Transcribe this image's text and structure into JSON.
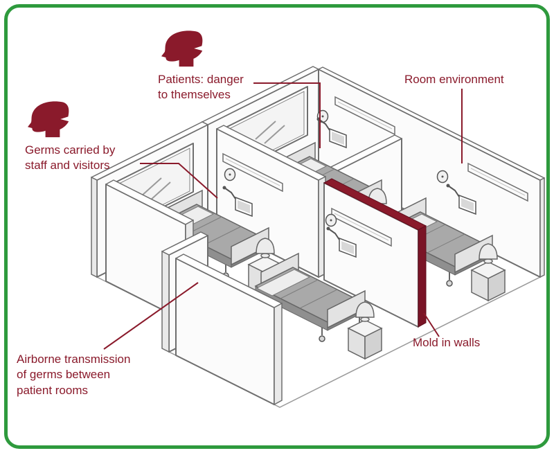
{
  "colors": {
    "accent": "#8a1a2b",
    "frame_green": "#2e9a3d",
    "mold_red": "#8a1a2b",
    "outline_gray": "#6e6e6e"
  },
  "labels": {
    "patients": {
      "lines": [
        "Patients: danger",
        "to themselves"
      ]
    },
    "germs": {
      "lines": [
        "Germs carried by",
        "staff and visitors"
      ]
    },
    "room_environment": {
      "lines": [
        "Room environment"
      ]
    },
    "mold": {
      "lines": [
        "Mold in walls"
      ]
    },
    "airborne": {
      "lines": [
        "Airborne transmission",
        "of germs between",
        "patient rooms"
      ]
    }
  },
  "icons": {
    "patients": "head-profile-icon",
    "germs": "head-profile-icon"
  }
}
